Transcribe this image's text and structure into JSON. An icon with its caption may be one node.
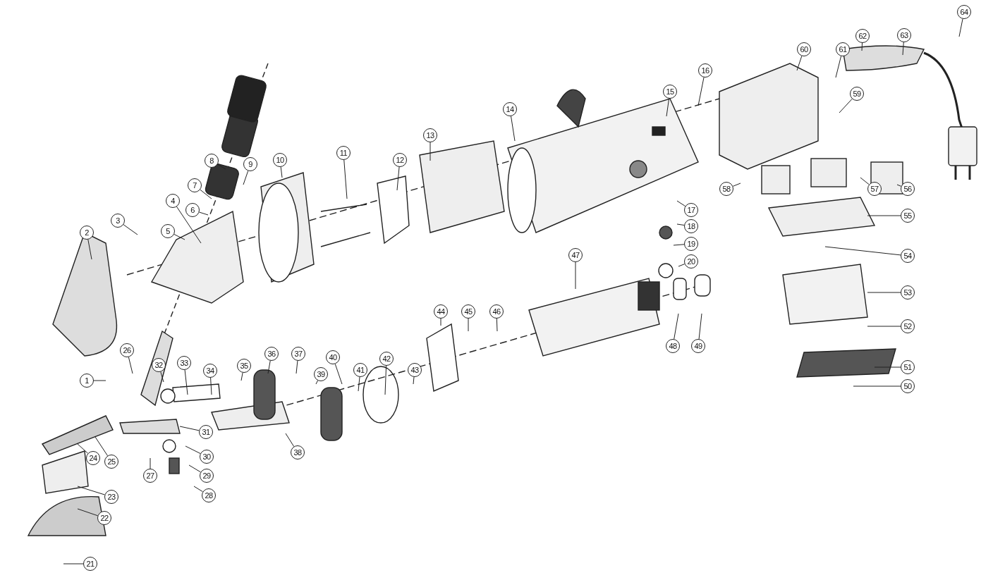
{
  "diagram": {
    "nodes": [
      {
        "text": [
          "1"
        ]
      },
      {
        "text": [
          "2"
        ]
      },
      {
        "text": [
          "3"
        ]
      },
      {
        "text": [
          "4"
        ]
      },
      {
        "text": [
          "5"
        ]
      },
      {
        "text": [
          "6"
        ]
      },
      {
        "text": [
          "7"
        ]
      },
      {
        "text": [
          "8"
        ]
      },
      {
        "text": [
          "9"
        ]
      },
      {
        "text": [
          "10"
        ]
      },
      {
        "text": [
          "11"
        ]
      },
      {
        "text": [
          "12"
        ]
      },
      {
        "text": [
          "13"
        ]
      },
      {
        "text": [
          "14"
        ]
      },
      {
        "text": [
          "15"
        ]
      },
      {
        "text": [
          "16"
        ]
      },
      {
        "text": [
          "17"
        ]
      },
      {
        "text": [
          "18"
        ]
      },
      {
        "text": [
          "19"
        ]
      },
      {
        "text": [
          "20"
        ]
      },
      {
        "text": [
          "21"
        ]
      },
      {
        "text": [
          "22"
        ]
      },
      {
        "text": [
          "23"
        ]
      },
      {
        "text": [
          "24"
        ]
      },
      {
        "text": [
          "25"
        ]
      },
      {
        "text": [
          "26"
        ]
      },
      {
        "text": [
          "27"
        ]
      },
      {
        "text": [
          "28"
        ]
      },
      {
        "text": [
          "29"
        ]
      },
      {
        "text": [
          "30"
        ]
      },
      {
        "text": [
          "31"
        ]
      },
      {
        "text": [
          "32"
        ]
      },
      {
        "text": [
          "33"
        ]
      },
      {
        "text": [
          "34"
        ]
      },
      {
        "text": [
          "35"
        ]
      },
      {
        "text": [
          "36"
        ]
      },
      {
        "text": [
          "37"
        ]
      },
      {
        "text": [
          "38"
        ]
      },
      {
        "text": [
          "39"
        ]
      },
      {
        "text": [
          "40"
        ]
      },
      {
        "text": [
          "41"
        ]
      },
      {
        "text": [
          "42"
        ]
      },
      {
        "text": [
          "43"
        ]
      },
      {
        "text": [
          "44"
        ]
      },
      {
        "text": [
          "45"
        ]
      },
      {
        "text": [
          "46"
        ]
      },
      {
        "text": [
          "47"
        ]
      },
      {
        "text": [
          "48"
        ]
      },
      {
        "text": [
          "49"
        ]
      },
      {
        "text": [
          "50"
        ]
      },
      {
        "text": [
          "51"
        ]
      },
      {
        "text": [
          "52"
        ]
      },
      {
        "text": [
          "53"
        ]
      },
      {
        "text": [
          "54"
        ]
      },
      {
        "text": [
          "55"
        ]
      },
      {
        "text": [
          "56"
        ]
      },
      {
        "text": [
          "57"
        ]
      },
      {
        "text": [
          "58"
        ]
      },
      {
        "text": [
          "59"
        ]
      },
      {
        "text": [
          "60"
        ]
      },
      {
        "text": [
          "61"
        ]
      },
      {
        "text": [
          "62"
        ]
      },
      {
        "text": [
          "63"
        ]
      },
      {
        "text": [
          "64"
        ]
      }
    ],
    "edges": [
      {
        "from": 0,
        "to": null,
        "arrow": "none"
      },
      {
        "from": 1,
        "to": null,
        "arrow": "none"
      },
      {
        "from": 2,
        "to": null,
        "arrow": "none"
      },
      {
        "from": 3,
        "to": null,
        "arrow": "none"
      },
      {
        "from": 4,
        "to": null,
        "arrow": "none"
      },
      {
        "from": 5,
        "to": null,
        "arrow": "none"
      },
      {
        "from": 6,
        "to": null,
        "arrow": "none"
      },
      {
        "from": 7,
        "to": null,
        "arrow": "none"
      },
      {
        "from": 8,
        "to": null,
        "arrow": "none"
      },
      {
        "from": 9,
        "to": null,
        "arrow": "none"
      },
      {
        "from": 10,
        "to": null,
        "arrow": "none"
      },
      {
        "from": 11,
        "to": null,
        "arrow": "none"
      },
      {
        "from": 12,
        "to": null,
        "arrow": "none"
      },
      {
        "from": 13,
        "to": null,
        "arrow": "none"
      },
      {
        "from": 14,
        "to": null,
        "arrow": "none"
      },
      {
        "from": 15,
        "to": null,
        "arrow": "none"
      },
      {
        "from": 16,
        "to": null,
        "arrow": "none"
      },
      {
        "from": 17,
        "to": null,
        "arrow": "none"
      },
      {
        "from": 18,
        "to": null,
        "arrow": "none"
      },
      {
        "from": 19,
        "to": null,
        "arrow": "none"
      },
      {
        "from": 20,
        "to": null,
        "arrow": "none"
      },
      {
        "from": 21,
        "to": null,
        "arrow": "none"
      },
      {
        "from": 22,
        "to": null,
        "arrow": "none"
      },
      {
        "from": 23,
        "to": null,
        "arrow": "none"
      },
      {
        "from": 24,
        "to": null,
        "arrow": "none"
      },
      {
        "from": 25,
        "to": null,
        "arrow": "none"
      },
      {
        "from": 26,
        "to": null,
        "arrow": "none"
      },
      {
        "from": 27,
        "to": null,
        "arrow": "none"
      },
      {
        "from": 28,
        "to": null,
        "arrow": "none"
      },
      {
        "from": 29,
        "to": null,
        "arrow": "none"
      },
      {
        "from": 30,
        "to": null,
        "arrow": "none"
      },
      {
        "from": 31,
        "to": null,
        "arrow": "none"
      },
      {
        "from": 32,
        "to": null,
        "arrow": "none"
      },
      {
        "from": 33,
        "to": null,
        "arrow": "none"
      },
      {
        "from": 34,
        "to": null,
        "arrow": "none"
      },
      {
        "from": 35,
        "to": null,
        "arrow": "none"
      },
      {
        "from": 36,
        "to": null,
        "arrow": "none"
      },
      {
        "from": 37,
        "to": null,
        "arrow": "none"
      },
      {
        "from": 38,
        "to": null,
        "arrow": "none"
      },
      {
        "from": 39,
        "to": null,
        "arrow": "none"
      },
      {
        "from": 40,
        "to": null,
        "arrow": "none"
      },
      {
        "from": 41,
        "to": null,
        "arrow": "none"
      },
      {
        "from": 42,
        "to": null,
        "arrow": "none"
      },
      {
        "from": 43,
        "to": null,
        "arrow": "none"
      },
      {
        "from": 44,
        "to": null,
        "arrow": "none"
      },
      {
        "from": 45,
        "to": null,
        "arrow": "none"
      },
      {
        "from": 46,
        "to": null,
        "arrow": "none"
      },
      {
        "from": 47,
        "to": null,
        "arrow": "none"
      },
      {
        "from": 48,
        "to": null,
        "arrow": "none"
      },
      {
        "from": 49,
        "to": null,
        "arrow": "none"
      },
      {
        "from": 50,
        "to": null,
        "arrow": "none"
      },
      {
        "from": 51,
        "to": null,
        "arrow": "none"
      },
      {
        "from": 52,
        "to": null,
        "arrow": "none"
      },
      {
        "from": 53,
        "to": null,
        "arrow": "none"
      },
      {
        "from": 54,
        "to": null,
        "arrow": "none"
      },
      {
        "from": 55,
        "to": null,
        "arrow": "none"
      },
      {
        "from": 56,
        "to": null,
        "arrow": "none"
      },
      {
        "from": 57,
        "to": null,
        "arrow": "none"
      },
      {
        "from": 58,
        "to": null,
        "arrow": "none"
      },
      {
        "from": 59,
        "to": null,
        "arrow": "none"
      },
      {
        "from": 60,
        "to": null,
        "arrow": "none"
      },
      {
        "from": 61,
        "to": null,
        "arrow": "none"
      },
      {
        "from": 62,
        "to": null,
        "arrow": "none"
      },
      {
        "from": 63,
        "to": null,
        "arrow": "none"
      }
    ]
  }
}
